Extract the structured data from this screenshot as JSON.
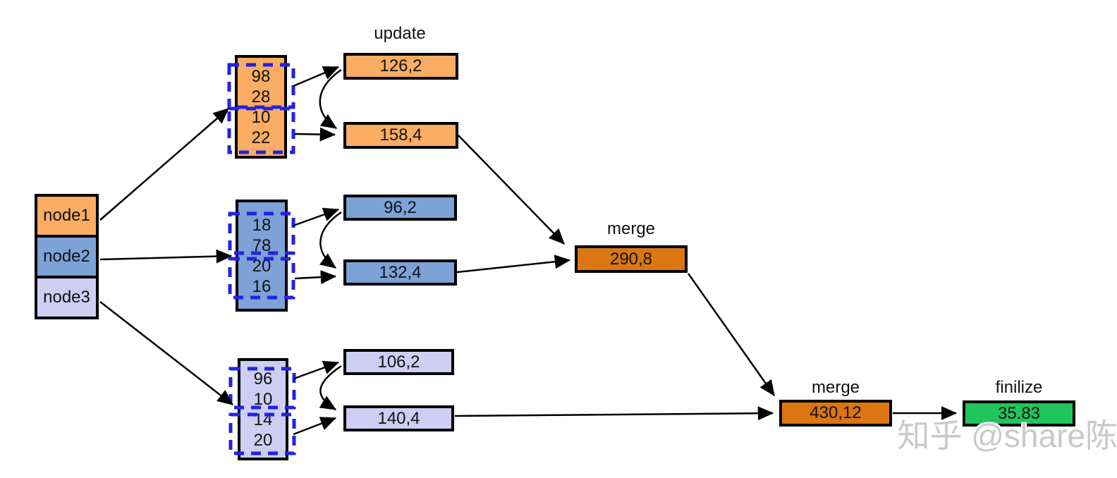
{
  "diagram": {
    "title_none": "",
    "colors": {
      "background": "#ffffff",
      "node1_fill": "#FBAD63",
      "node2_fill": "#7CA2D8",
      "node3_fill": "#CECDF2",
      "merge_fill": "#DB7612",
      "finilize_fill": "#21C55D",
      "batch_dashed_outline": "#2222E6",
      "edge_color": "#000000",
      "watermark_color": "#c9c9c9"
    },
    "nodes": [
      {
        "id": "node1",
        "label": "node1"
      },
      {
        "id": "node2",
        "label": "node2"
      },
      {
        "id": "node3",
        "label": "node3"
      }
    ],
    "groups": [
      {
        "id": "group1",
        "owner": "node1",
        "values": [
          "98",
          "28",
          "10",
          "22"
        ]
      },
      {
        "id": "group2",
        "owner": "node2",
        "values": [
          "18",
          "78",
          "20",
          "16"
        ]
      },
      {
        "id": "group3",
        "owner": "node3",
        "values": [
          "96",
          "10",
          "14",
          "20"
        ]
      }
    ],
    "stage_labels": {
      "update": "update",
      "merge1": "merge",
      "merge2": "merge",
      "finilize": "finilize"
    },
    "updates": [
      {
        "id": "update-126-2",
        "value": "126,2"
      },
      {
        "id": "update-158-4",
        "value": "158,4"
      },
      {
        "id": "update-96-2",
        "value": "96,2"
      },
      {
        "id": "update-132-4",
        "value": "132,4"
      },
      {
        "id": "update-106-2",
        "value": "106,2"
      },
      {
        "id": "update-140-4",
        "value": "140,4"
      }
    ],
    "merges": [
      {
        "id": "merge-290-8",
        "value": "290,8"
      },
      {
        "id": "merge-430-12",
        "value": "430,12"
      }
    ],
    "finilize": {
      "id": "finilize-35-83",
      "value": "35.83"
    },
    "edges": [
      {
        "from": "node1",
        "to": "group1"
      },
      {
        "from": "node2",
        "to": "group2"
      },
      {
        "from": "node3",
        "to": "group3"
      },
      {
        "from": "group1-batch1",
        "to": "update-126-2"
      },
      {
        "from": "update-126-2",
        "to": "update-158-4"
      },
      {
        "from": "group1-batch2",
        "to": "update-158-4"
      },
      {
        "from": "group2-batch1",
        "to": "update-96-2"
      },
      {
        "from": "update-96-2",
        "to": "update-132-4"
      },
      {
        "from": "group2-batch2",
        "to": "update-132-4"
      },
      {
        "from": "group3-batch1",
        "to": "update-106-2"
      },
      {
        "from": "update-106-2",
        "to": "update-140-4"
      },
      {
        "from": "group3-batch2",
        "to": "update-140-4"
      },
      {
        "from": "update-158-4",
        "to": "merge-290-8"
      },
      {
        "from": "update-132-4",
        "to": "merge-290-8"
      },
      {
        "from": "merge-290-8",
        "to": "merge-430-12"
      },
      {
        "from": "update-140-4",
        "to": "merge-430-12"
      },
      {
        "from": "merge-430-12",
        "to": "finilize-35-83"
      }
    ],
    "watermark": "知乎 @share陈"
  }
}
